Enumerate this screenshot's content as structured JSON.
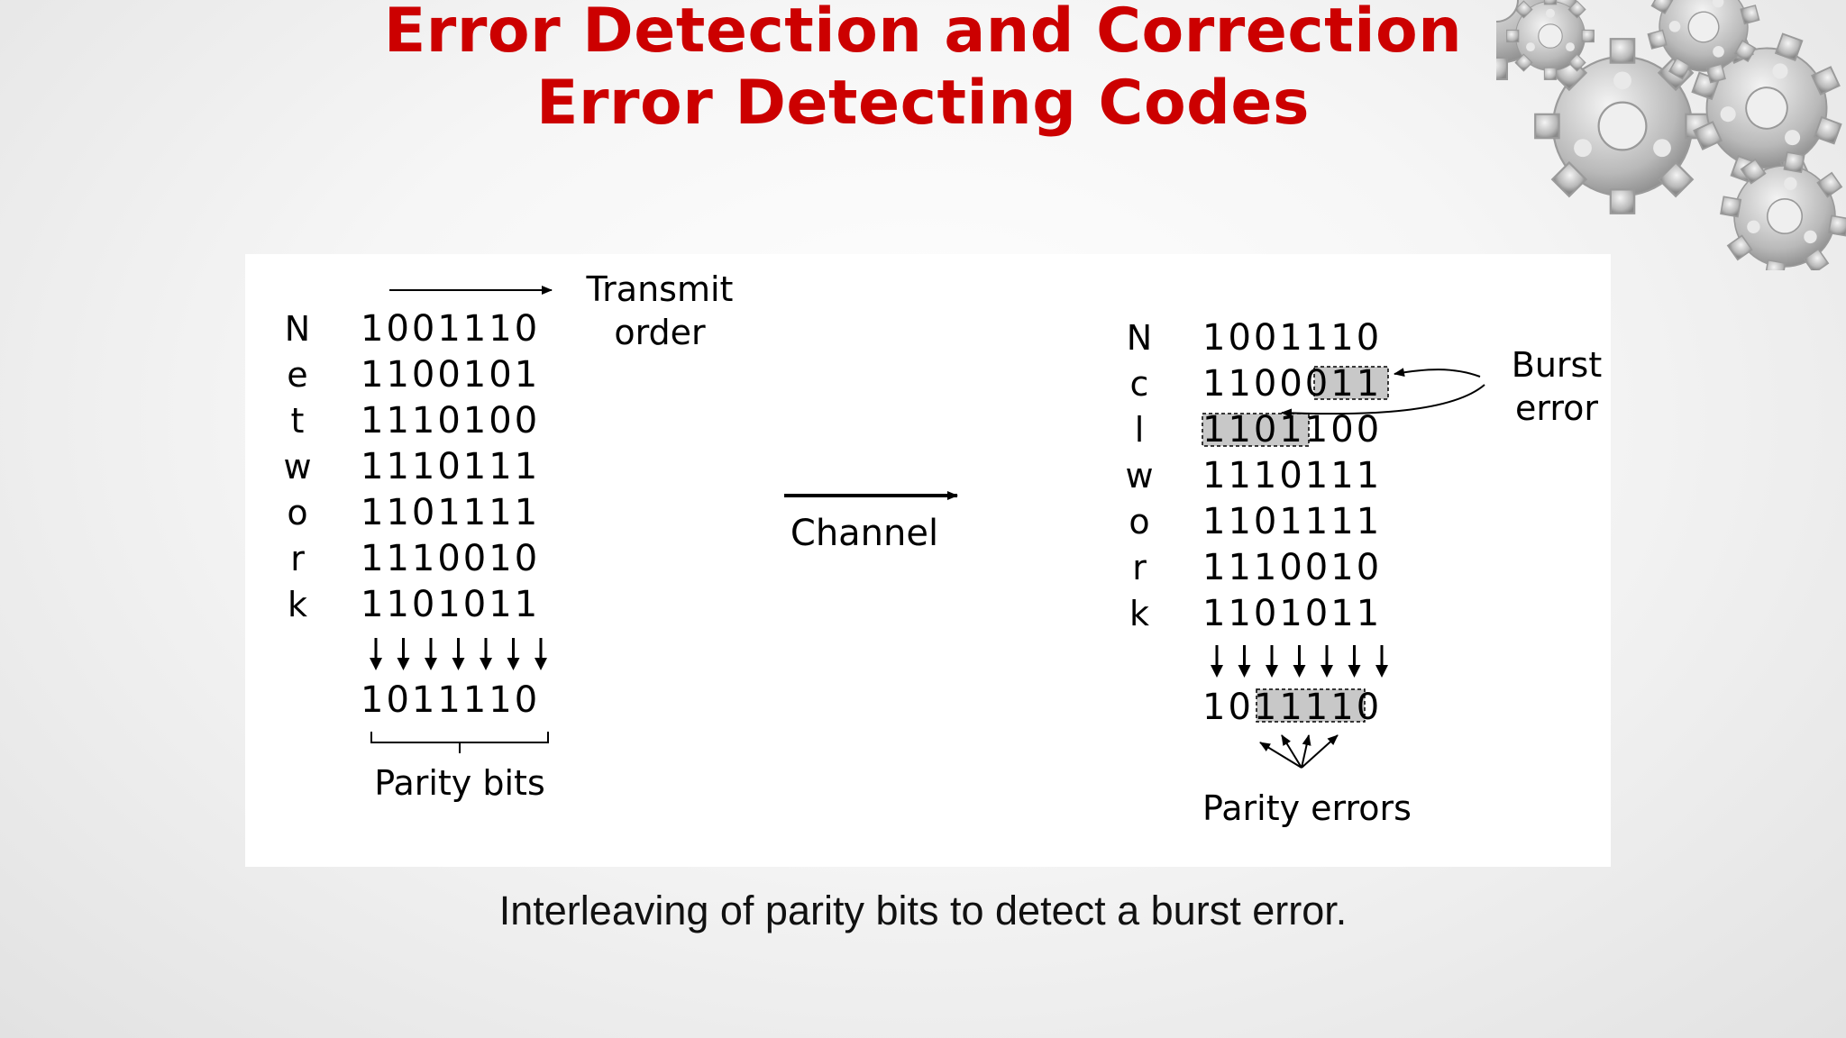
{
  "slide": {
    "title_line1": "Error Detection and Correction",
    "title_line2": "Error Detecting Codes",
    "caption": "Interleaving of parity bits to detect a burst error."
  },
  "diagram": {
    "transmit_label_line1": "Transmit",
    "transmit_label_line2": "order",
    "channel_label": "Channel",
    "burst_label_line1": "Burst",
    "burst_label_line2": "error",
    "left_letters": [
      "N",
      "e",
      "t",
      "w",
      "o",
      "r",
      "k"
    ],
    "left_codes": [
      "1001110",
      "1100101",
      "1110100",
      "1110111",
      "1101111",
      "1110010",
      "1101011"
    ],
    "left_parity": "1011110",
    "left_parity_label": "Parity bits",
    "right_letters": [
      "N",
      "c",
      "l",
      "w",
      "o",
      "r",
      "k"
    ],
    "right_codes": [
      "1001110",
      "1100011",
      "1101100",
      "1110111",
      "1101111",
      "1110010",
      "1101011"
    ],
    "right_parity": "1011110",
    "right_parity_label": "Parity errors"
  },
  "colors": {
    "title": "#cc0000",
    "highlight": "#c8c8c8"
  }
}
